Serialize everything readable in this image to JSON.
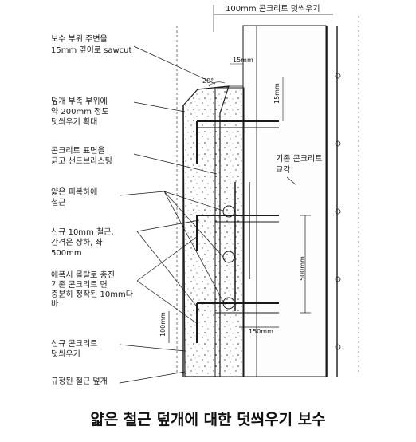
{
  "top_label": "100mm 콘크리트 덧씌우기",
  "left_labels": [
    [
      "보수 부위 주변을",
      "15mm 깊이로 sawcut"
    ],
    [
      "덮개 부족 부위에",
      "약 200mm 정도",
      "덧씌우기 확대"
    ],
    [
      "콘크리트 표면을",
      "긁고 샌드브라스팅"
    ],
    [
      "얇은 피복하에",
      "철근"
    ],
    [
      "신규 10mm 철근,",
      "간격은 상하, 좌",
      "500mm"
    ],
    [
      "에폭시 몰탈로 충진",
      "기존 콘크리트 면",
      "충분히 정착된 10mm다",
      "바"
    ],
    [
      "신규 콘크리트",
      "덧씌우기"
    ],
    [
      "규정된 철근 덮개"
    ]
  ],
  "right_label": [
    "기존 콘크리트",
    "교각"
  ],
  "dims": {
    "top_15": "15mm",
    "slant_15": "15mm",
    "angle": "20°",
    "spacing_500": "500mm",
    "bottom_150": "150mm",
    "left_100": "100mm"
  },
  "caption": "얇은 철근 덮개에 대한 덧씌우기 보수"
}
